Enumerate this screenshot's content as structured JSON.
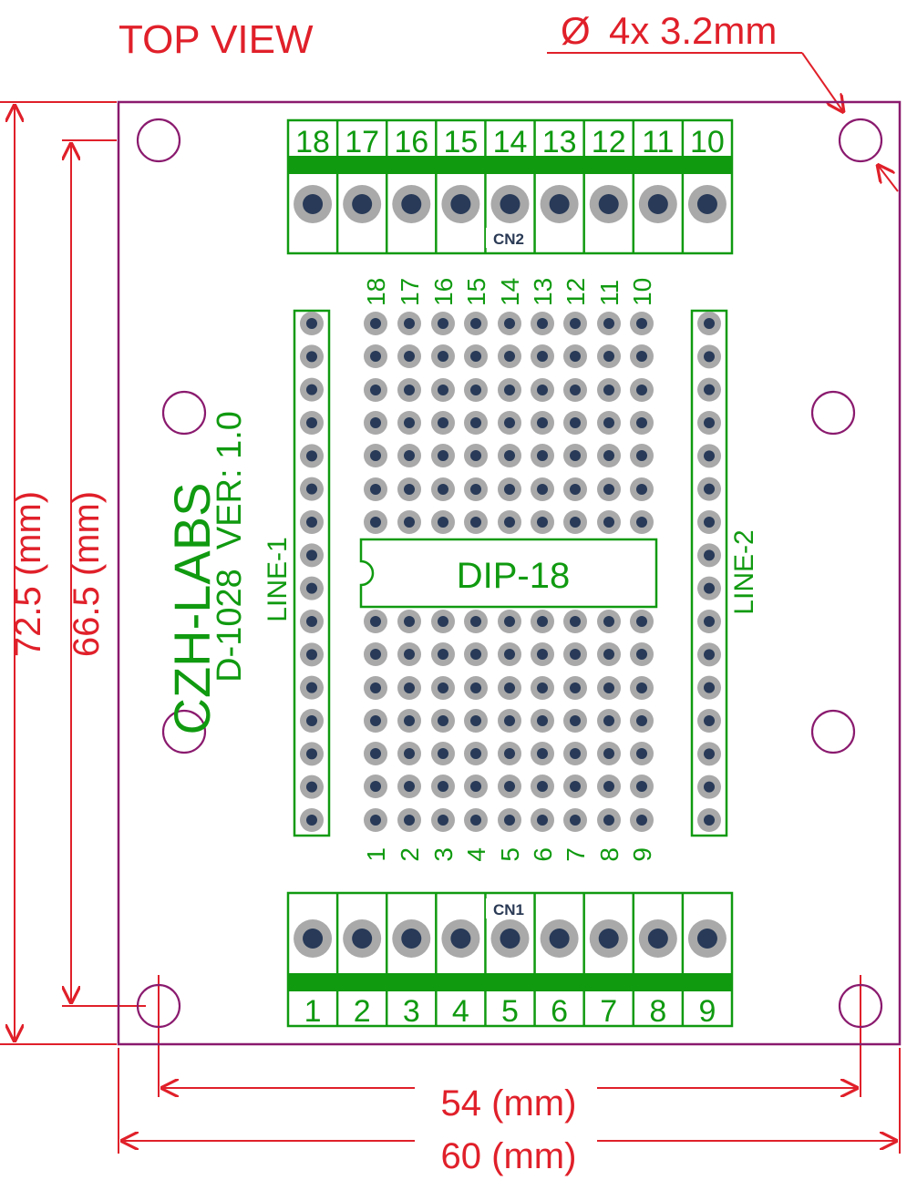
{
  "header": {
    "view_label": "TOP VIEW",
    "hole_spec_symbol": "Ø",
    "hole_spec": "4x 3.2mm"
  },
  "dimensions": {
    "outer_height": "72.5 (mm)",
    "inner_height": "66.5 (mm)",
    "hole_span_width": "54 (mm)",
    "outer_width": "60 (mm)"
  },
  "board": {
    "brand": "CZH-LABS",
    "model_version": "D-1028  VER: 1.0",
    "chip_label": "DIP-18",
    "line_left": "LINE-1",
    "line_right": "LINE-2",
    "top_connector": {
      "name": "CN2",
      "pins": [
        "18",
        "17",
        "16",
        "15",
        "14",
        "13",
        "12",
        "11",
        "10"
      ]
    },
    "bottom_connector": {
      "name": "CN1",
      "pins": [
        "1",
        "2",
        "3",
        "4",
        "5",
        "6",
        "7",
        "8",
        "9"
      ]
    },
    "column_labels_top": [
      "18",
      "17",
      "16",
      "15",
      "14",
      "13",
      "12",
      "11",
      "10"
    ],
    "column_labels_bottom": [
      "1",
      "2",
      "3",
      "4",
      "5",
      "6",
      "7",
      "8",
      "9"
    ]
  },
  "colors": {
    "board_outline": "#8a1a6e",
    "dimension": "#e0202a",
    "silkscreen": "#109a10",
    "pad_ring": "#a9a9a9",
    "pad_hole": "#283a58"
  }
}
